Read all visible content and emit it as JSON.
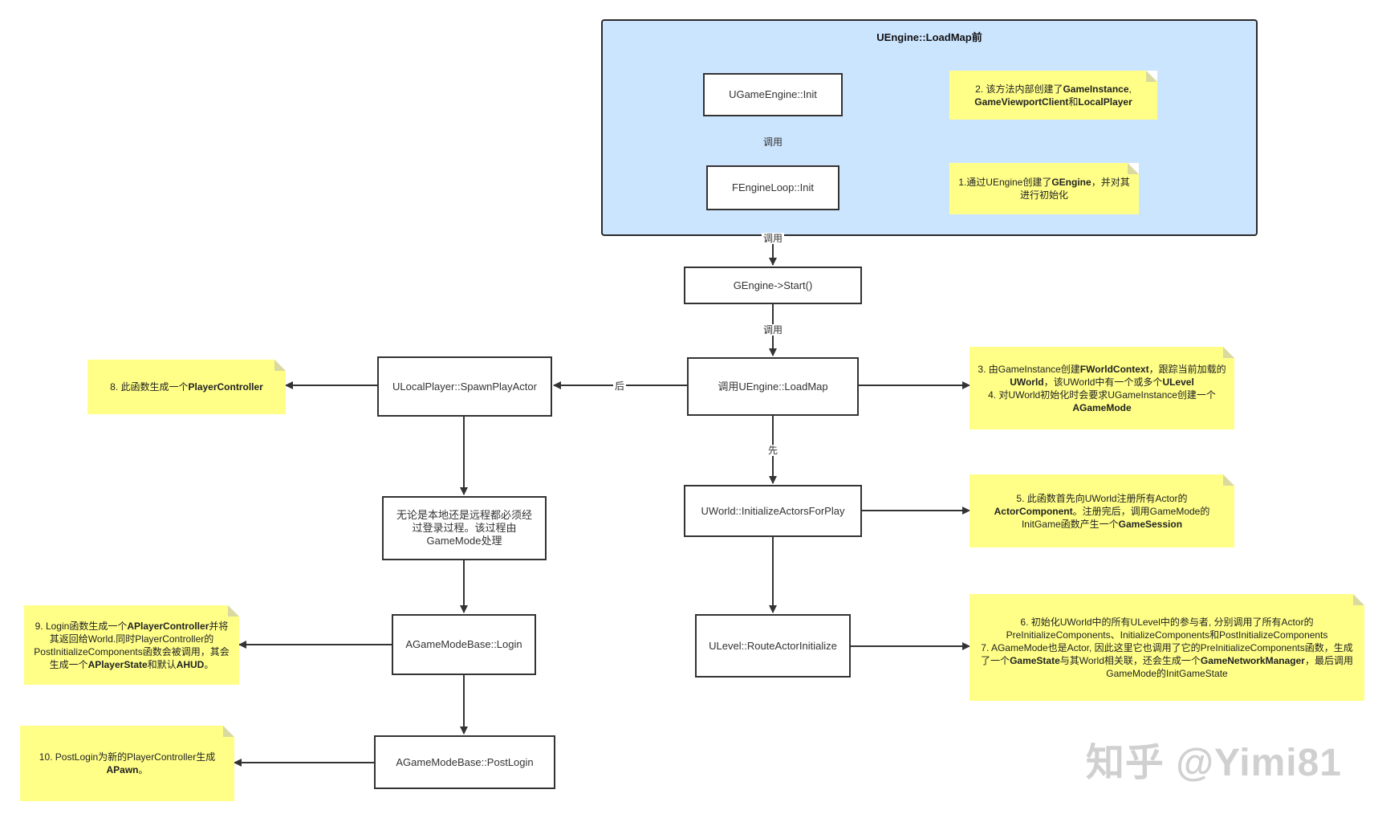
{
  "group": {
    "title": "UEngine::LoadMap前"
  },
  "nodes": {
    "ugameengine_init": "UGameEngine::Init",
    "fengineloop_init": "FEngineLoop::Init",
    "gengine_start": "GEngine->Start()",
    "loadmap": "调用UEngine::LoadMap",
    "spawn_play_actor": "ULocalPlayer::SpawnPlayActor",
    "login_process": "无论是本地还是远程都必须经过登录过程。该过程由GameMode处理",
    "initialize_actors": "UWorld::InitializeActorsForPlay",
    "route_actor_init": "ULevel::RouteActorInitialize",
    "gamemode_login": "AGameModeBase::Login",
    "gamemode_postlogin": "AGameModeBase::PostLogin"
  },
  "edge_labels": {
    "call_1": "调用",
    "call_2": "调用",
    "call_3": "调用",
    "after": "后",
    "first": "先"
  },
  "notes": {
    "n1": [
      {
        "t": "1.通过UEngine创建了",
        "b": false
      },
      {
        "t": "GEngine",
        "b": true
      },
      {
        "t": "，并对其进行初始化",
        "b": false
      }
    ],
    "n2": [
      {
        "t": "2. 该方法内部创建了",
        "b": false
      },
      {
        "t": "GameInstance",
        "b": true
      },
      {
        "t": ", ",
        "b": false
      },
      {
        "t": "GameViewportClient",
        "b": true
      },
      {
        "t": "和",
        "b": false
      },
      {
        "t": "LocalPlayer",
        "b": true
      }
    ],
    "n3": [
      {
        "t": "3. 由GameInstance创建",
        "b": false
      },
      {
        "t": "FWorldContext",
        "b": true
      },
      {
        "t": "，跟踪当前加载的",
        "b": false
      },
      {
        "t": "UWorld",
        "b": true
      },
      {
        "t": "，该UWorld中有一个或多个",
        "b": false
      },
      {
        "t": "ULevel",
        "b": true
      },
      {
        "t": "\n4. 对UWorld初始化时会要求UGameInstance创建一个",
        "b": false
      },
      {
        "t": "AGameMode",
        "b": true
      }
    ],
    "n5": [
      {
        "t": "5. 此函数首先向UWorld注册所有Actor的",
        "b": false
      },
      {
        "t": "ActorComponent",
        "b": true
      },
      {
        "t": "。注册完后，调用GameMode的InitGame函数产生一个",
        "b": false
      },
      {
        "t": "GameSession",
        "b": true
      }
    ],
    "n6": [
      {
        "t": "6. 初始化UWorld中的所有ULevel中的参与者, 分别调用了所有Actor的PreInitializeComponents、InitializeComponents和PostInitializeComponents\n7. AGameMode也是Actor, 因此这里它也调用了它的PreInitializeComponents函数，生成了一个",
        "b": false
      },
      {
        "t": "GameState",
        "b": true
      },
      {
        "t": "与其World相关联，还会生成一个",
        "b": false
      },
      {
        "t": "GameNetworkManager",
        "b": true
      },
      {
        "t": "，最后调用GameMode的InitGameState",
        "b": false
      }
    ],
    "n8": [
      {
        "t": "8. 此函数生成一个",
        "b": false
      },
      {
        "t": "PlayerController",
        "b": true
      }
    ],
    "n9": [
      {
        "t": "9. Login函数生成一个",
        "b": false
      },
      {
        "t": "APlayerController",
        "b": true
      },
      {
        "t": "并将其返回给World.同时PlayerController的PostInitializeComponents函数会被调用，其会生成一个",
        "b": false
      },
      {
        "t": "APlayerState",
        "b": true
      },
      {
        "t": "和默认",
        "b": false
      },
      {
        "t": "AHUD",
        "b": true
      },
      {
        "t": "。",
        "b": false
      }
    ],
    "n10": [
      {
        "t": "10. PostLogin为新的PlayerController生成",
        "b": false
      },
      {
        "t": "APawn",
        "b": true
      },
      {
        "t": "。",
        "b": false
      }
    ]
  },
  "watermark": "知乎 @Yimi81",
  "colors": {
    "group_fill": "#cce5ff",
    "note_fill": "#ffff88",
    "stroke": "#333333"
  }
}
